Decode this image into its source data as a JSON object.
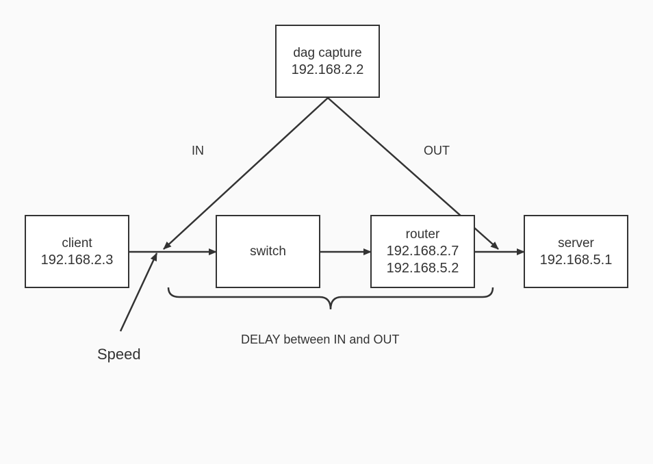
{
  "colors": {
    "background": "#fafafa",
    "stroke": "#333333",
    "node_fill": "#ffffff"
  },
  "nodes": {
    "dag": {
      "name": "dag capture",
      "ips": [
        "192.168.2.2"
      ]
    },
    "client": {
      "name": "client",
      "ips": [
        "192.168.2.3"
      ]
    },
    "switch": {
      "name": "switch",
      "ips": []
    },
    "router": {
      "name": "router",
      "ips": [
        "192.168.2.7",
        "192.168.5.2"
      ]
    },
    "server": {
      "name": "server",
      "ips": [
        "192.168.5.1"
      ]
    }
  },
  "labels": {
    "in": "IN",
    "out": "OUT",
    "speed": "Speed",
    "delay": "DELAY between IN and OUT"
  }
}
